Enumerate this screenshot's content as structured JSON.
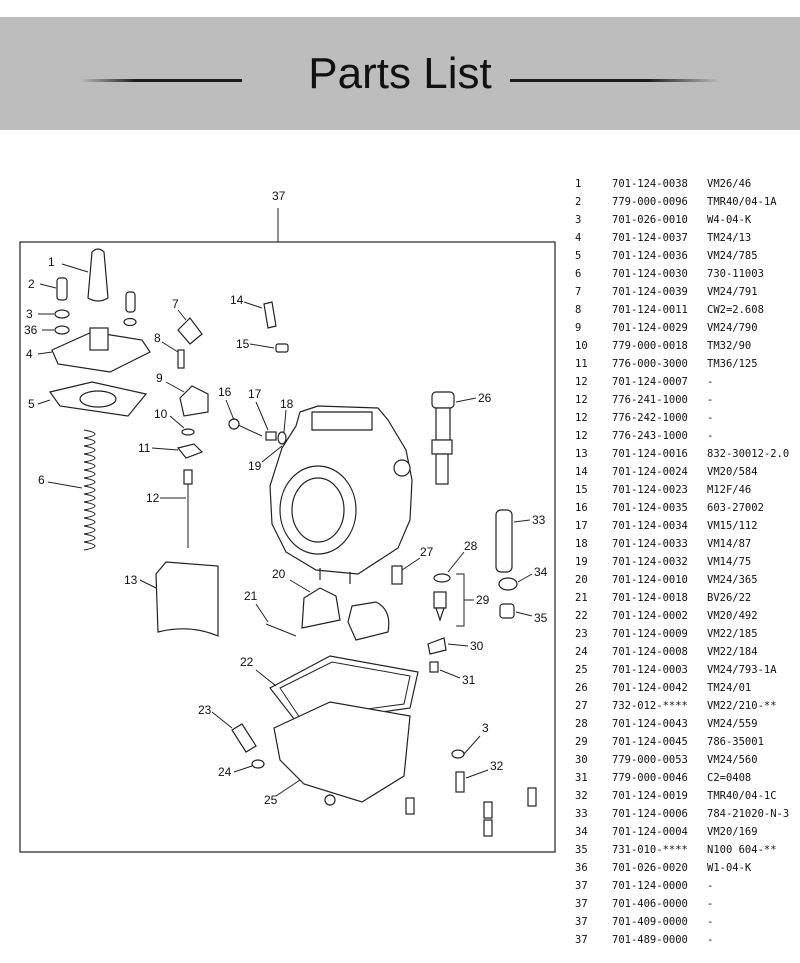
{
  "header": {
    "title": "Parts List"
  },
  "diagram": {
    "callouts": [
      "1",
      "2",
      "3",
      "36",
      "4",
      "5",
      "6",
      "7",
      "8",
      "9",
      "10",
      "11",
      "12",
      "13",
      "14",
      "15",
      "16",
      "17",
      "18",
      "19",
      "20",
      "21",
      "22",
      "23",
      "24",
      "25",
      "26",
      "27",
      "28",
      "29",
      "30",
      "31",
      "32",
      "33",
      "34",
      "35",
      "37",
      "3"
    ]
  },
  "parts": [
    {
      "no": "1",
      "pn": "701-124-0038",
      "ref": "VM26/46"
    },
    {
      "no": "2",
      "pn": "779-000-0096",
      "ref": "TMR40/04-1A"
    },
    {
      "no": "3",
      "pn": "701-026-0010",
      "ref": "W4-04-K"
    },
    {
      "no": "4",
      "pn": "701-124-0037",
      "ref": "TM24/13"
    },
    {
      "no": "5",
      "pn": "701-124-0036",
      "ref": "VM24/785"
    },
    {
      "no": "6",
      "pn": "701-124-0030",
      "ref": "730-11003"
    },
    {
      "no": "7",
      "pn": "701-124-0039",
      "ref": "VM24/791"
    },
    {
      "no": "8",
      "pn": "701-124-0011",
      "ref": "CW2=2.608"
    },
    {
      "no": "9",
      "pn": "701-124-0029",
      "ref": "VM24/790"
    },
    {
      "no": "10",
      "pn": "779-000-0018",
      "ref": "TM32/90"
    },
    {
      "no": "11",
      "pn": "776-000-3000",
      "ref": "TM36/125"
    },
    {
      "no": "12",
      "pn": "701-124-0007",
      "ref": "-"
    },
    {
      "no": "12",
      "pn": "776-241-1000",
      "ref": "-"
    },
    {
      "no": "12",
      "pn": "776-242-1000",
      "ref": "-"
    },
    {
      "no": "12",
      "pn": "776-243-1000",
      "ref": "-"
    },
    {
      "no": "13",
      "pn": "701-124-0016",
      "ref": "832-30012-2.0"
    },
    {
      "no": "14",
      "pn": "701-124-0024",
      "ref": "VM20/584"
    },
    {
      "no": "15",
      "pn": "701-124-0023",
      "ref": "M12F/46"
    },
    {
      "no": "16",
      "pn": "701-124-0035",
      "ref": "603-27002"
    },
    {
      "no": "17",
      "pn": "701-124-0034",
      "ref": "VM15/112"
    },
    {
      "no": "18",
      "pn": "701-124-0033",
      "ref": "VM14/87"
    },
    {
      "no": "19",
      "pn": "701-124-0032",
      "ref": "VM14/75"
    },
    {
      "no": "20",
      "pn": "701-124-0010",
      "ref": "VM24/365"
    },
    {
      "no": "21",
      "pn": "701-124-0018",
      "ref": "BV26/22"
    },
    {
      "no": "22",
      "pn": "701-124-0002",
      "ref": "VM20/492"
    },
    {
      "no": "23",
      "pn": "701-124-0009",
      "ref": "VM22/185"
    },
    {
      "no": "24",
      "pn": "701-124-0008",
      "ref": "VM22/184"
    },
    {
      "no": "25",
      "pn": "701-124-0003",
      "ref": "VM24/793-1A"
    },
    {
      "no": "26",
      "pn": "701-124-0042",
      "ref": "TM24/01"
    },
    {
      "no": "27",
      "pn": "732-012-****",
      "ref": "VM22/210-**"
    },
    {
      "no": "28",
      "pn": "701-124-0043",
      "ref": "VM24/559"
    },
    {
      "no": "29",
      "pn": "701-124-0045",
      "ref": "786-35001"
    },
    {
      "no": "30",
      "pn": "779-000-0053",
      "ref": "VM24/560"
    },
    {
      "no": "31",
      "pn": "779-000-0046",
      "ref": "C2=0408"
    },
    {
      "no": "32",
      "pn": "701-124-0019",
      "ref": "TMR40/04-1C"
    },
    {
      "no": "33",
      "pn": "701-124-0006",
      "ref": "784-21020-N-3"
    },
    {
      "no": "34",
      "pn": "701-124-0004",
      "ref": "VM20/169"
    },
    {
      "no": "35",
      "pn": "731-010-****",
      "ref": "N100 604-**"
    },
    {
      "no": "36",
      "pn": "701-026-0020",
      "ref": "W1-04-K"
    },
    {
      "no": "37",
      "pn": "701-124-0000",
      "ref": "-"
    },
    {
      "no": "37",
      "pn": "701-406-0000",
      "ref": "-"
    },
    {
      "no": "37",
      "pn": "701-409-0000",
      "ref": "-"
    },
    {
      "no": "37",
      "pn": "701-489-0000",
      "ref": "-"
    }
  ]
}
